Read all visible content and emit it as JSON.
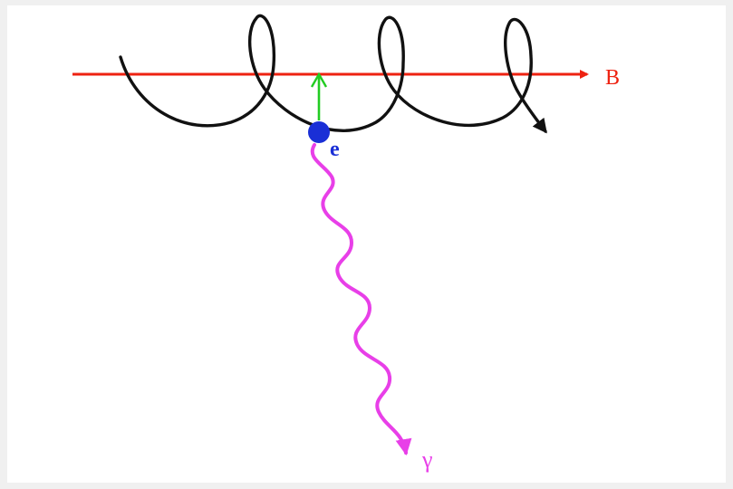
{
  "diagram": {
    "field_label": "B",
    "particle_label": "e",
    "photon_label": "γ",
    "colors": {
      "field": "#ee2211",
      "trajectory": "#111111",
      "particle": "#1a2fd6",
      "velocity": "#22cc22",
      "photon": "#e83fe8",
      "background": "#ffffff"
    },
    "icons": [
      "field-arrow",
      "helix-trajectory",
      "electron-dot",
      "velocity-arrow",
      "photon-wave"
    ]
  }
}
